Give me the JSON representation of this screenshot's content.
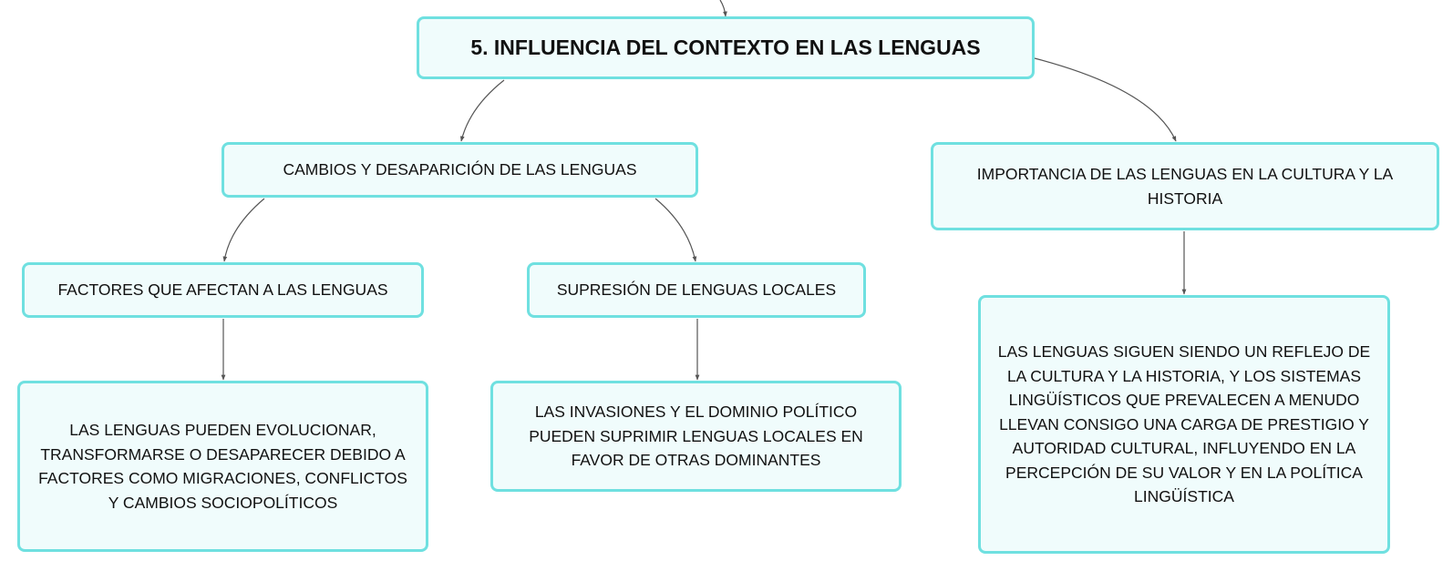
{
  "map": {
    "root": "5. INFLUENCIA DEL CONTEXTO EN LAS LENGUAS",
    "cambios": "CAMBIOS Y DESAPARICIÓN DE LAS LENGUAS",
    "importancia": "IMPORTANCIA DE LAS LENGUAS EN LA CULTURA Y LA HISTORIA",
    "factores": "FACTORES QUE AFECTAN A LAS LENGUAS",
    "supresion": "SUPRESIÓN DE LENGUAS LOCALES",
    "factores_detail": "LAS LENGUAS PUEDEN EVOLUCIONAR, TRANSFORMARSE O DESAPARECER DEBIDO A FACTORES COMO MIGRACIONES, CONFLICTOS Y CAMBIOS SOCIOPOLÍTICOS",
    "supresion_detail": "LAS INVASIONES Y EL DOMINIO POLÍTICO PUEDEN SUPRIMIR LENGUAS LOCALES EN FAVOR DE OTRAS DOMINANTES",
    "importancia_detail": "LAS LENGUAS SIGUEN SIENDO UN REFLEJO DE LA CULTURA Y LA HISTORIA, Y LOS SISTEMAS LINGÜÍSTICOS QUE PREVALECEN A MENUDO LLEVAN CONSIGO UNA CARGA DE PRESTIGIO Y AUTORIDAD CULTURAL, INFLUYENDO EN LA PERCEPCIÓN DE SU VALOR Y EN LA POLÍTICA LINGÜÍSTICA"
  },
  "colors": {
    "node_border": "#6fe0e0",
    "node_fill": "#f0fcfc",
    "connector": "#555555",
    "text": "#111111"
  }
}
